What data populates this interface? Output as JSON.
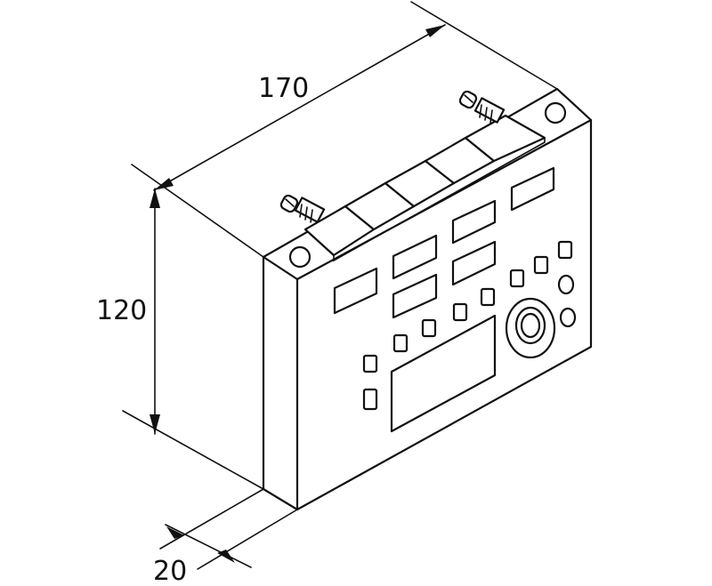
{
  "dimensions": {
    "width_label": "170",
    "height_label": "120",
    "depth_label": "20"
  }
}
